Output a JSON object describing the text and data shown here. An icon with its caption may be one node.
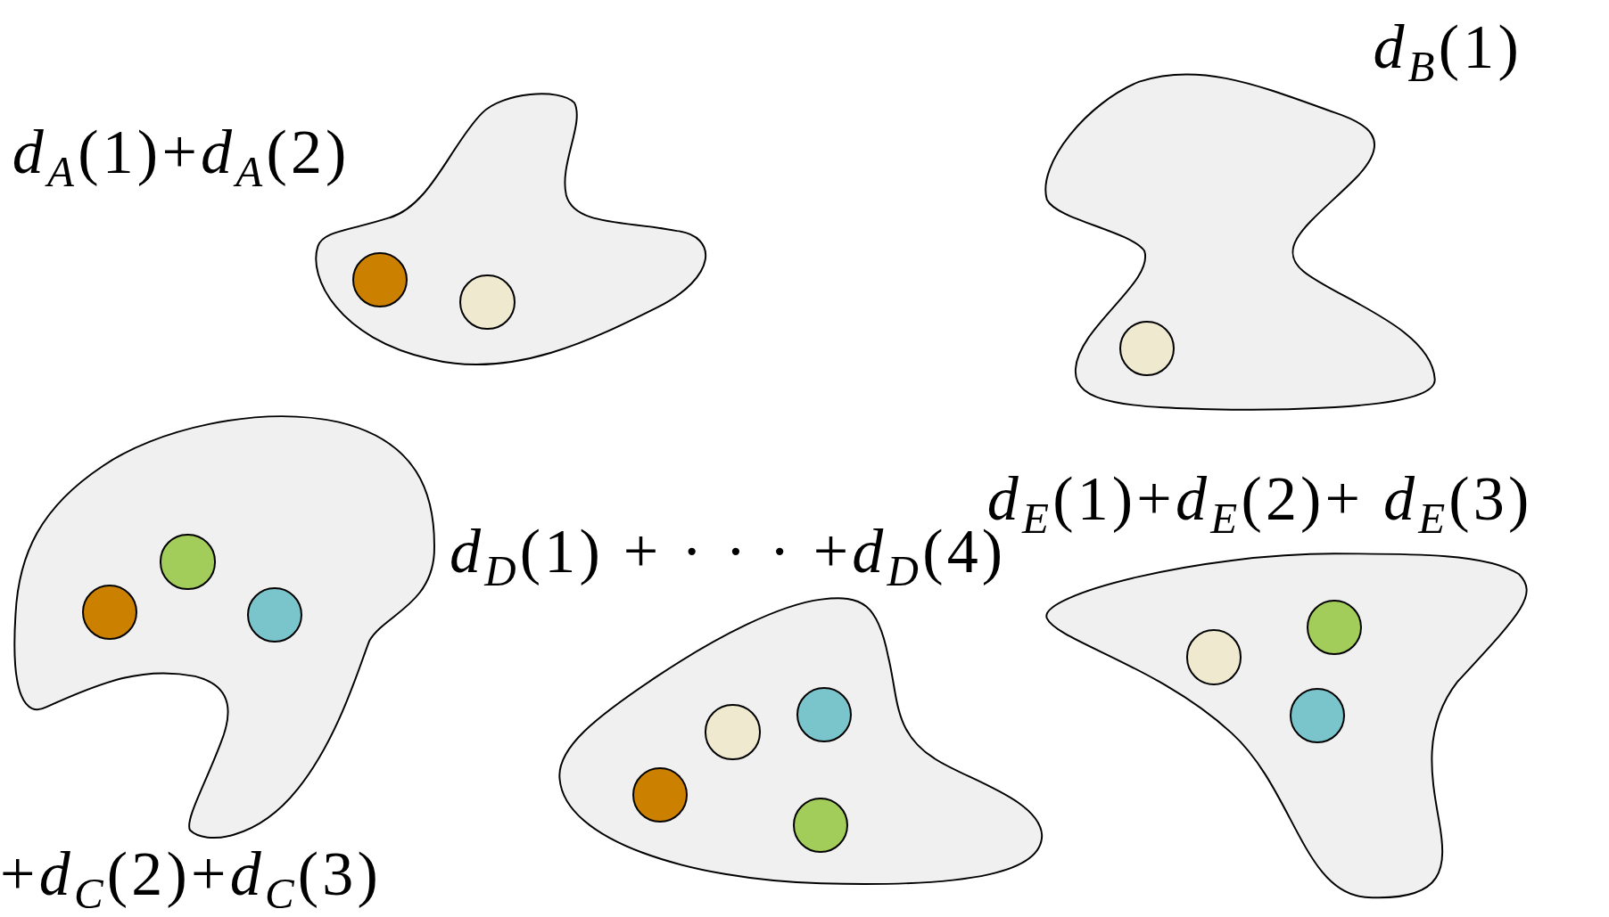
{
  "diagram": {
    "nodes": [
      {
        "text": [
          "*d*$_{A}$(1)+*d*$_{A}$(2)"
        ]
      },
      {
        "text": [],
        "shape": "circle",
        "in": 0
      },
      {
        "text": [],
        "shape": "circle",
        "in": 0
      },
      {
        "text": [
          "*d*$_{B}$(1)"
        ]
      },
      {
        "text": [],
        "shape": "circle",
        "in": 3
      },
      {
        "text": [
          "+*d*$_{C}$(2)+*d*$_{C}$(3)"
        ]
      },
      {
        "text": [],
        "shape": "circle",
        "in": 5
      },
      {
        "text": [],
        "shape": "circle",
        "in": 5
      },
      {
        "text": [],
        "shape": "circle",
        "in": 5
      },
      {
        "text": [
          "*d*$_{D}$(1) + · · · +*d*$_{D}$(4)"
        ]
      },
      {
        "text": [],
        "shape": "circle",
        "in": 9
      },
      {
        "text": [],
        "shape": "circle",
        "in": 9
      },
      {
        "text": [],
        "shape": "circle",
        "in": 9
      },
      {
        "text": [],
        "shape": "circle",
        "in": 9
      },
      {
        "text": [
          "*d*$_{E}$(1)+*d*$_{E}$(2)+ *d*$_{E}$(3)"
        ]
      },
      {
        "text": [],
        "shape": "circle",
        "in": 14
      },
      {
        "text": [],
        "shape": "circle",
        "in": 14
      },
      {
        "text": [],
        "shape": "circle",
        "in": 14
      }
    ]
  }
}
